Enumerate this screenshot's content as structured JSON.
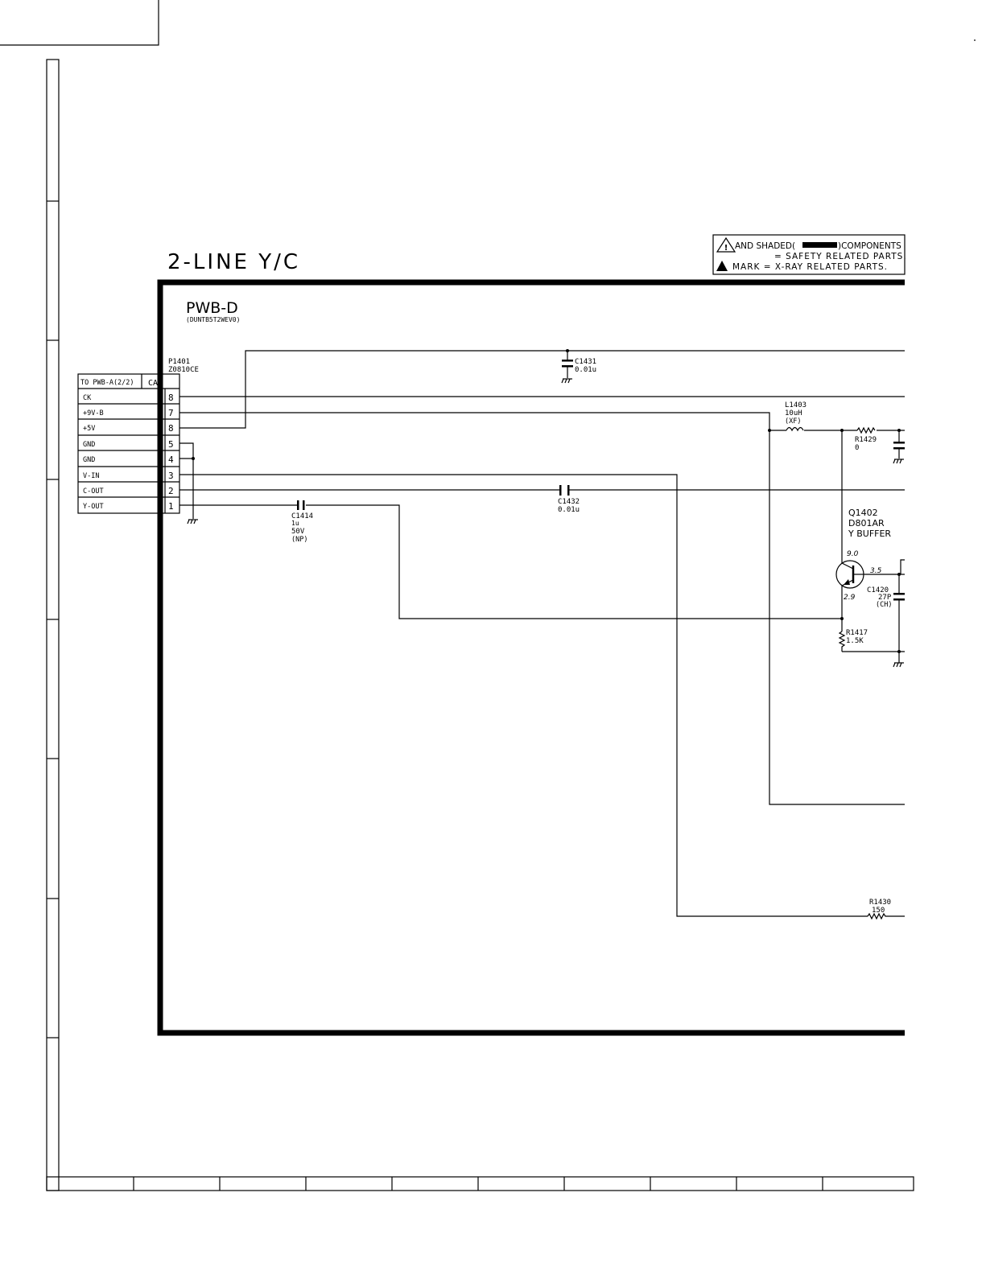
{
  "title": "2-LINE Y/C",
  "board": {
    "name": "PWB-D",
    "part_code": "(DUNTB5T2WEV0)"
  },
  "safety_note": {
    "line1_pre": "AND SHADED(",
    "line1_post": ")COMPONENTS",
    "line2": "= SAFETY RELATED PARTS.",
    "line3": "MARK = X-RAY RELATED PARTS."
  },
  "connector": {
    "ref": "P1401",
    "part": "Z0810CE",
    "header_label": "TO PWB-A(2/2)",
    "header_code": "CA",
    "pins": [
      {
        "signal": "CK",
        "num": "8"
      },
      {
        "signal": "+9V-B",
        "num": "7"
      },
      {
        "signal": "+5V",
        "num": "8"
      },
      {
        "signal": "GND",
        "num": "5"
      },
      {
        "signal": "GND",
        "num": "4"
      },
      {
        "signal": "V-IN",
        "num": "3"
      },
      {
        "signal": "C-OUT",
        "num": "2"
      },
      {
        "signal": "Y-OUT",
        "num": "1"
      }
    ]
  },
  "components": {
    "c1431": {
      "ref": "C1431",
      "value": "0.01u"
    },
    "c1432": {
      "ref": "C1432",
      "value": "0.01u"
    },
    "c1414": {
      "ref": "C1414",
      "value": "1u",
      "rating": "50V",
      "type": "(NP)"
    },
    "l1403": {
      "ref": "L1403",
      "value": "10uH",
      "type": "(XF)"
    },
    "r1429": {
      "ref": "R1429",
      "value": "0"
    },
    "q1402": {
      "ref": "Q1402",
      "part": "D801AR",
      "function": "Y BUFFER",
      "v_collector": "9.0",
      "v_base": "3.5",
      "v_emitter": "2.9"
    },
    "c1420": {
      "ref": "C1420",
      "value": "27P",
      "type": "(CH)"
    },
    "r1417": {
      "ref": "R1417",
      "value": "1.5K"
    },
    "r1430": {
      "ref": "R1430",
      "value": "150"
    }
  }
}
